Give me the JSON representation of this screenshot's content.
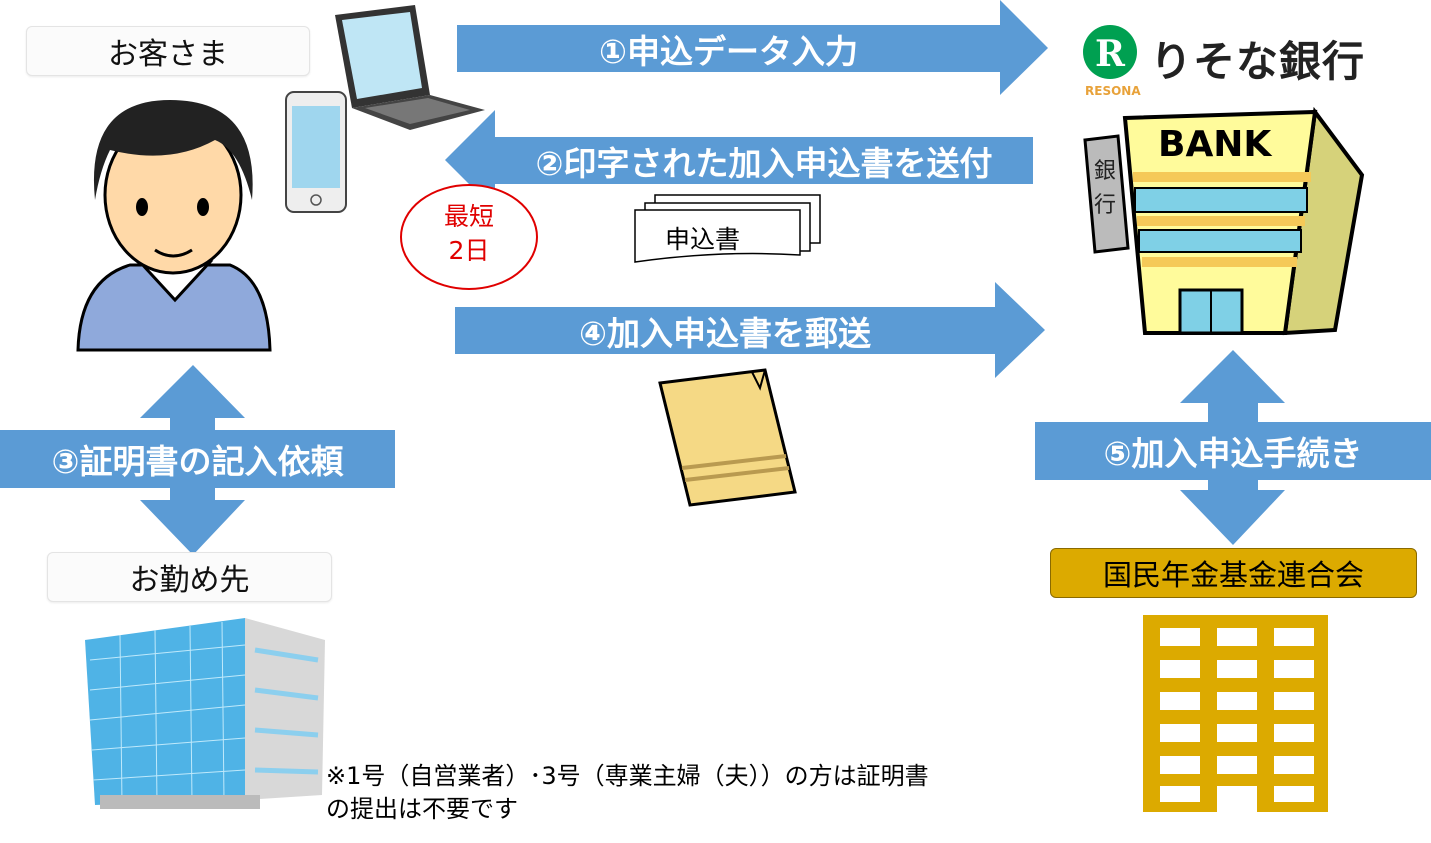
{
  "customer_label": "お客さま",
  "workplace_label": "お勤め先",
  "arrows": {
    "step1": "①申込データ入力",
    "step2": "②印字された加入申込書を送付",
    "step3": "③証明書の記入依頼",
    "step4": "④加入申込書を郵送",
    "step5": "⑤加入申込手続き"
  },
  "badge": {
    "line1": "最短",
    "line2": "2日"
  },
  "document_label": "申込書",
  "bank": {
    "logo_text": "りそな銀行",
    "logo_sub": "RESONA",
    "sign": "BANK",
    "vertical_sign": "銀行"
  },
  "federation_label": "国民年金基金連合会",
  "note": {
    "line1": "※1号（自営業者）･3号（専業主婦（夫））の方は証明書",
    "line2": "の提出は不要です"
  },
  "colors": {
    "arrow": "#5b9bd5",
    "gold": "#dcaa00",
    "red": "#e00000",
    "resona_green": "#00a051"
  }
}
